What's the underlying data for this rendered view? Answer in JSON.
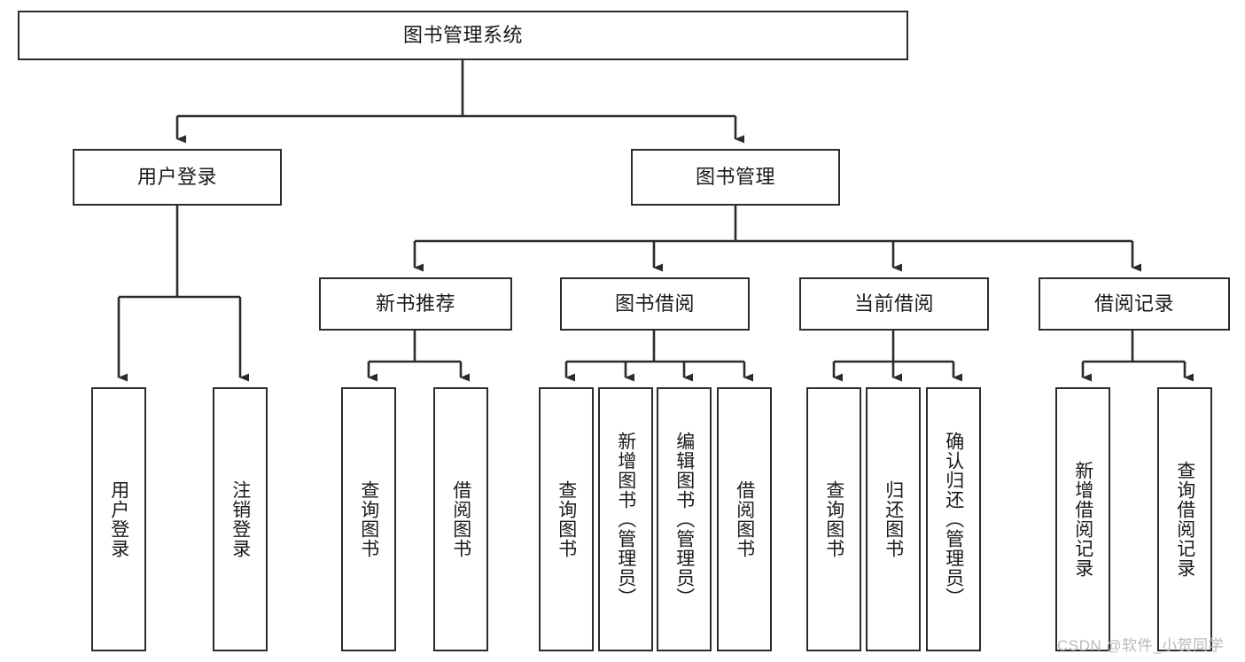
{
  "diagram": {
    "title": "图书管理系统",
    "type": "functional-structure-tree",
    "root": {
      "id": "root",
      "label": "图书管理系统"
    },
    "level1": [
      {
        "id": "user-login",
        "label": "用户登录"
      },
      {
        "id": "book-manage",
        "label": "图书管理"
      }
    ],
    "level2": [
      {
        "id": "new-book-recommend",
        "label": "新书推荐",
        "parent": "book-manage"
      },
      {
        "id": "book-borrow",
        "label": "图书借阅",
        "parent": "book-manage"
      },
      {
        "id": "current-borrow",
        "label": "当前借阅",
        "parent": "book-manage"
      },
      {
        "id": "borrow-record",
        "label": "借阅记录",
        "parent": "book-manage"
      }
    ],
    "leaves": {
      "user_login": [
        {
          "id": "leaf-user-login",
          "label": "用户登录"
        },
        {
          "id": "leaf-user-logout",
          "label": "注销登录"
        }
      ],
      "new_book_recommend": [
        {
          "id": "leaf-query-book-1",
          "label": "查询图书"
        },
        {
          "id": "leaf-borrow-book-1",
          "label": "借阅图书"
        }
      ],
      "book_borrow": [
        {
          "id": "leaf-query-book-2",
          "label": "查询图书"
        },
        {
          "id": "leaf-add-book",
          "label": "新增图书（管理员）"
        },
        {
          "id": "leaf-edit-book",
          "label": "编辑图书（管理员）"
        },
        {
          "id": "leaf-borrow-book-2",
          "label": "借阅图书"
        }
      ],
      "current_borrow": [
        {
          "id": "leaf-query-book-3",
          "label": "查询图书"
        },
        {
          "id": "leaf-return-book",
          "label": "归还图书"
        },
        {
          "id": "leaf-confirm-return",
          "label": "确认归还（管理员）"
        }
      ],
      "borrow_record": [
        {
          "id": "leaf-add-record",
          "label": "新增借阅记录"
        },
        {
          "id": "leaf-query-record",
          "label": "查询借阅记录"
        }
      ]
    }
  },
  "watermark": {
    "text": "CSDN @软件_小贺同学"
  },
  "colors": {
    "stroke": "#2b2b2b",
    "background": "#ffffff",
    "text": "#1a1a1a",
    "watermark": "#b9b9b9"
  }
}
